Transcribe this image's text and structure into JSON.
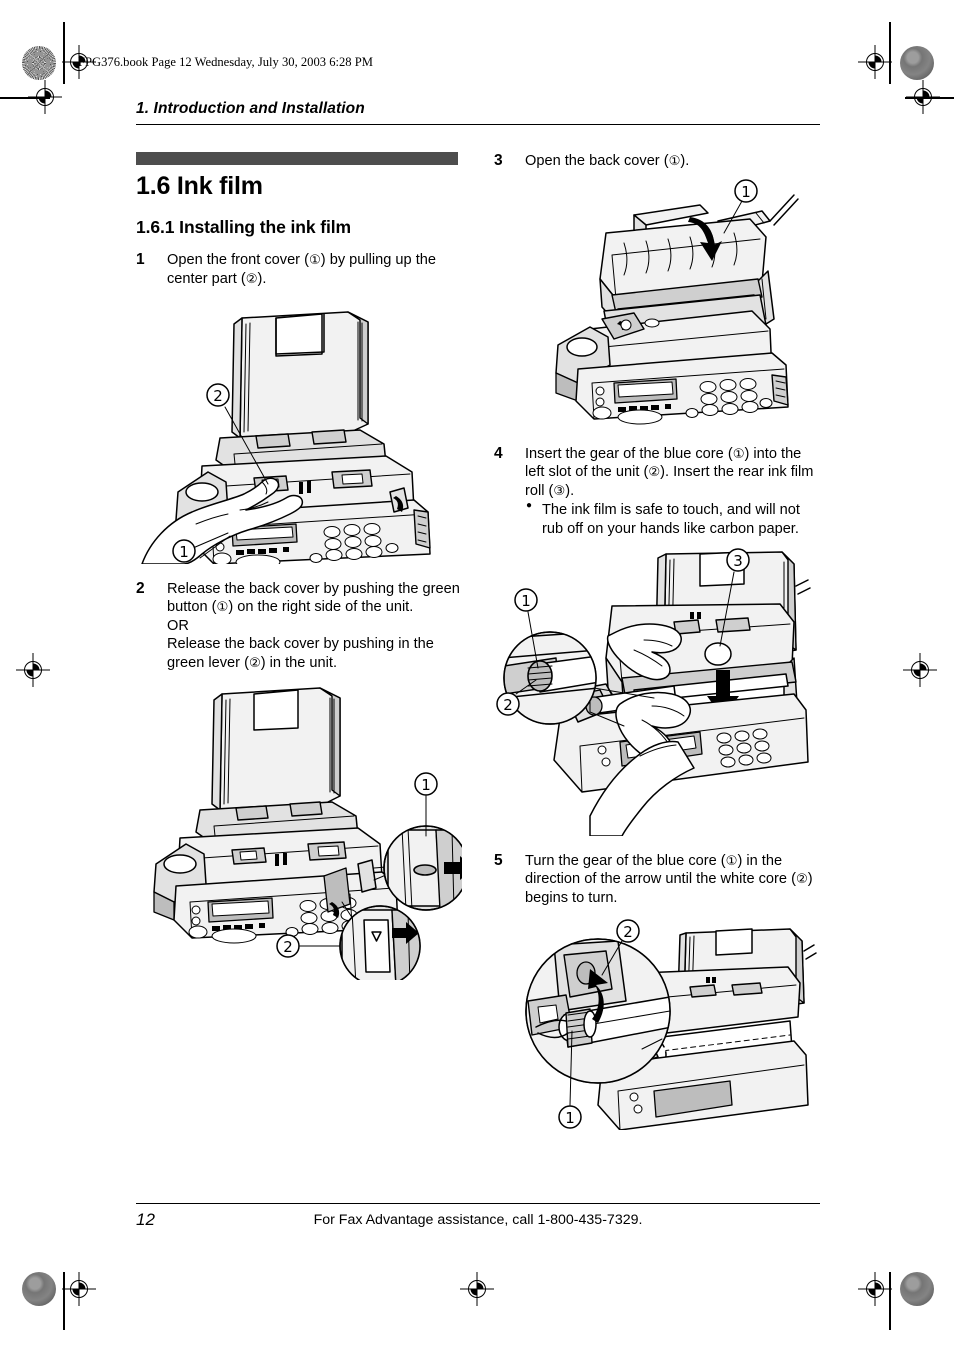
{
  "print_marks": {
    "book_line": "FPG376.book  Page 12  Wednesday, July 30, 2003  6:28 PM"
  },
  "running_head": "1. Introduction and Installation",
  "section": {
    "number_title": "1.6 Ink film",
    "subsection": "1.6.1 Installing the ink film"
  },
  "steps": [
    {
      "num": "1",
      "lines": [
        "Open the front cover (①) by pulling up the",
        "center part (②)."
      ],
      "bullets": [],
      "figure": "fig-front-cover-open",
      "callouts": [
        "①",
        "②"
      ]
    },
    {
      "num": "2",
      "lines": [
        "Release the back cover by pushing the green",
        "button (①) on the right side of the unit.",
        "OR",
        "Release the back cover by pushing in the",
        "green lever (②) in the unit."
      ],
      "bullets": [],
      "figure": "fig-release-back-cover",
      "callouts": [
        "①",
        "②"
      ]
    },
    {
      "num": "3",
      "lines": [
        "Open the back cover (①)."
      ],
      "bullets": [],
      "figure": "fig-back-cover-open",
      "callouts": [
        "①"
      ]
    },
    {
      "num": "4",
      "lines": [
        "Insert the gear of the blue core (①) into the",
        "left slot of the unit (②). Insert the rear ink film",
        "roll (③)."
      ],
      "bullets": [
        "The ink film is safe to touch, and will not rub off on your hands like carbon paper."
      ],
      "figure": "fig-insert-ink-film",
      "callouts": [
        "①",
        "②",
        "③"
      ]
    },
    {
      "num": "5",
      "lines": [
        "Turn the gear of the blue core (①) in the",
        "direction of the arrow until the white core (②)",
        "begins to turn."
      ],
      "bullets": [],
      "figure": "fig-turn-gear",
      "callouts": [
        "①",
        "②"
      ]
    }
  ],
  "footer": {
    "page_number": "12",
    "assistance_text": "For Fax Advantage assistance, call 1-800-435-7329."
  },
  "colors": {
    "gray_bar": "#4d4d4d",
    "text": "#000000",
    "page_bg": "#ffffff"
  }
}
